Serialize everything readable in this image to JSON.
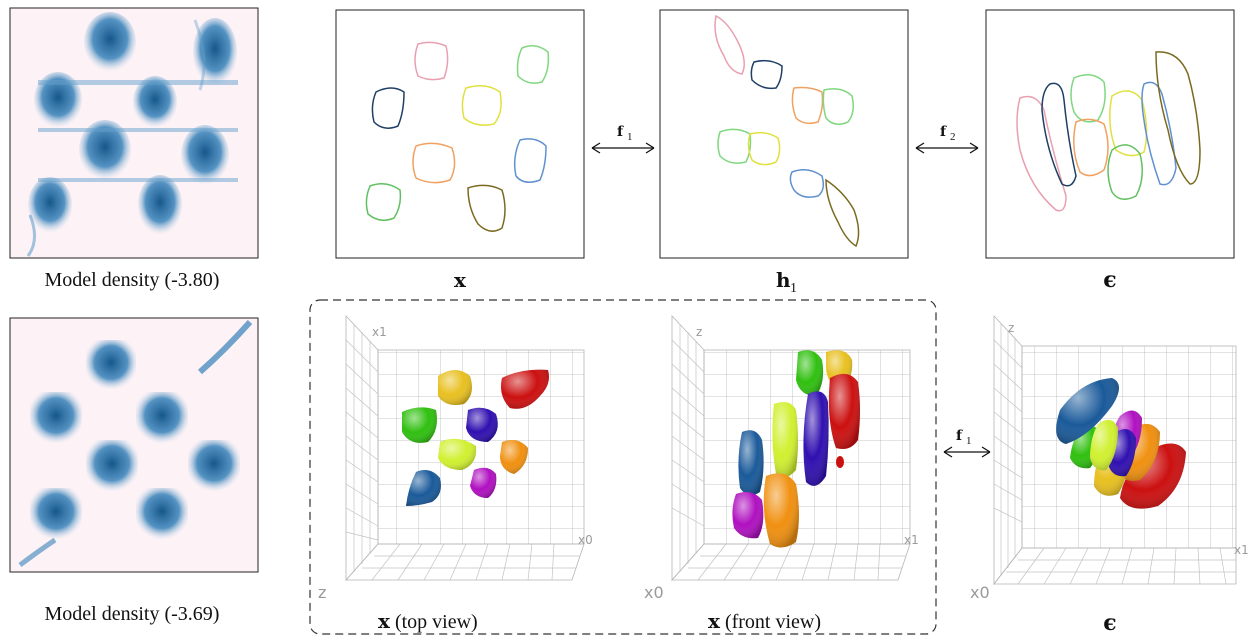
{
  "top_left_caption": "Model density (-3.80)",
  "bottom_left_caption": "Model density (-3.69)",
  "panel_labels": {
    "x": "x",
    "h1_base": "h",
    "h1_sub": "1",
    "eps": "ϵ",
    "x_top": "x",
    "x_top_suffix": " (top view)",
    "x_front": "x",
    "x_front_suffix": " (front view)",
    "eps_3d": "ϵ"
  },
  "arrows": {
    "f1_base": "f",
    "f1_sub": "1",
    "f2_base": "f",
    "f2_sub": "2"
  },
  "axis_labels": {
    "top_view": {
      "y": "x1",
      "x": "x0",
      "depth": "z"
    },
    "front_view": {
      "y": "z",
      "x": "x1",
      "depth": "x0"
    },
    "eps_view": {
      "y": "z",
      "x": "x1",
      "depth": "x0"
    }
  },
  "colors": {
    "density_blue": "#1f6fa8",
    "density_bg": "#fdf2f6",
    "outline_colors": [
      "#e8a0b0",
      "#7fd77f",
      "#1f3f66",
      "#e0e040",
      "#f0a060",
      "#6090d0",
      "#60c060",
      "#7a6a20"
    ],
    "blob_colors": [
      "#e8c020",
      "#cc1010",
      "#30c010",
      "#3010b0",
      "#d0f030",
      "#f09010",
      "#1a5a9a",
      "#b010c0"
    ]
  }
}
